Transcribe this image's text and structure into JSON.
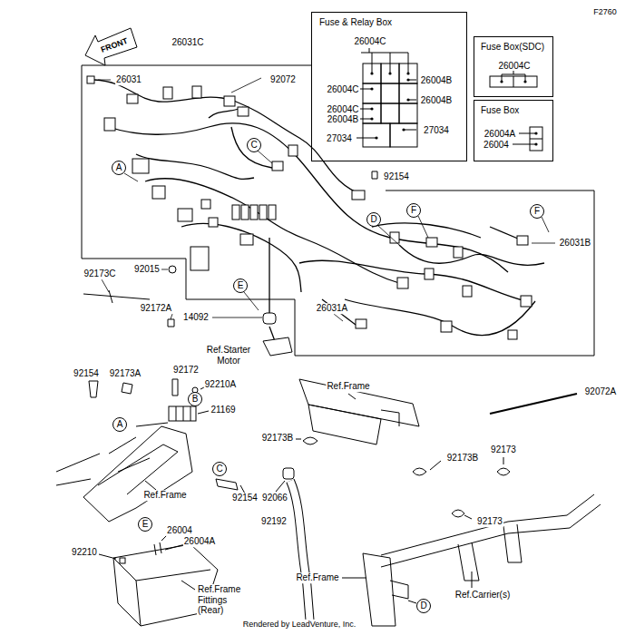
{
  "diagram": {
    "nodes": [
      {
        "text": [
          "Fuse & Relay Box",
          "26004C",
          "26004B",
          "26004C",
          "26004B",
          "26004C",
          "26004B",
          "27034",
          "27034"
        ]
      },
      {
        "text": [
          "Fuse Box(SDC)",
          "26004C"
        ]
      },
      {
        "text": [
          "Fuse Box",
          "26004A",
          "26004"
        ]
      },
      {
        "text": [
          "C"
        ]
      },
      {
        "text": [
          "A"
        ]
      },
      {
        "text": [
          "F"
        ]
      },
      {
        "text": [
          "F"
        ]
      },
      {
        "text": [
          "D"
        ]
      },
      {
        "text": [
          "E"
        ]
      },
      {
        "text": [
          "B"
        ]
      },
      {
        "text": [
          "A"
        ]
      },
      {
        "text": [
          "C"
        ]
      },
      {
        "text": [
          "E"
        ]
      },
      {
        "text": [
          "D"
        ]
      }
    ],
    "labels": [
      "F2760",
      "FRONT",
      "26031C",
      "26031",
      "92072",
      "92154",
      "26031B",
      "92015",
      "92173C",
      "92172A",
      "14092",
      "26031A",
      "Ref.Starter Motor",
      "92154",
      "92173A",
      "92172",
      "92210A",
      "21169",
      "Ref.Frame",
      "92154",
      "26004",
      "26004A",
      "92210",
      "Ref.Frame Fittings (Rear)",
      "Ref.Frame",
      "92072A",
      "92173B",
      "92173B",
      "92066",
      "92192",
      "92173",
      "92173",
      "Ref.Frame",
      "Ref.Carrier(s)",
      "Rendered by LeadVenture, Inc."
    ]
  }
}
